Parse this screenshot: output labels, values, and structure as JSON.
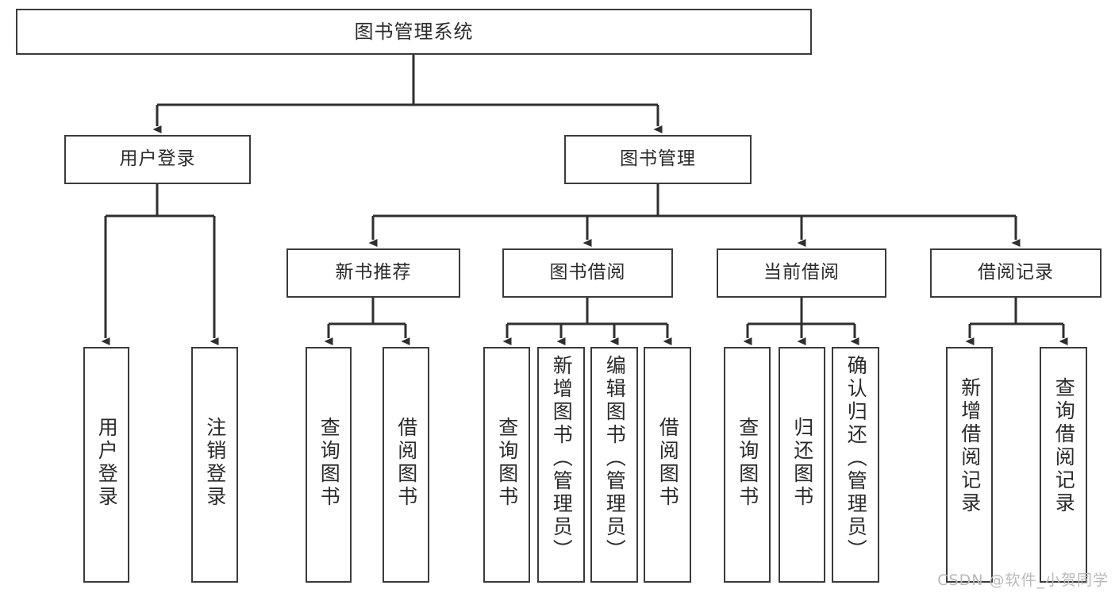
{
  "diagram": {
    "title": "图书管理系统",
    "root": {
      "label": "图书管理系统"
    },
    "level2": [
      {
        "label": "用户登录"
      },
      {
        "label": "图书管理"
      }
    ],
    "level3": [
      {
        "label": "新书推荐"
      },
      {
        "label": "图书借阅"
      },
      {
        "label": "当前借阅"
      },
      {
        "label": "借阅记录"
      }
    ],
    "leaves": [
      {
        "label": "用户登录"
      },
      {
        "label": "注销登录"
      },
      {
        "label": "查询图书"
      },
      {
        "label": "借阅图书"
      },
      {
        "label": "查询图书"
      },
      {
        "label": "新增图书（管理员）"
      },
      {
        "label": "编辑图书（管理员）"
      },
      {
        "label": "借阅图书"
      },
      {
        "label": "查询图书"
      },
      {
        "label": "归还图书"
      },
      {
        "label": "确认归还（管理员）"
      },
      {
        "label": "新增借阅记录"
      },
      {
        "label": "查询借阅记录"
      }
    ]
  },
  "watermark": {
    "text": "CSDN @软件_小贺同学"
  },
  "colors": {
    "stroke": "#3b3b3b",
    "background": "#ffffff",
    "text": "#2b2b2b",
    "watermark": "#b9b9b9"
  }
}
